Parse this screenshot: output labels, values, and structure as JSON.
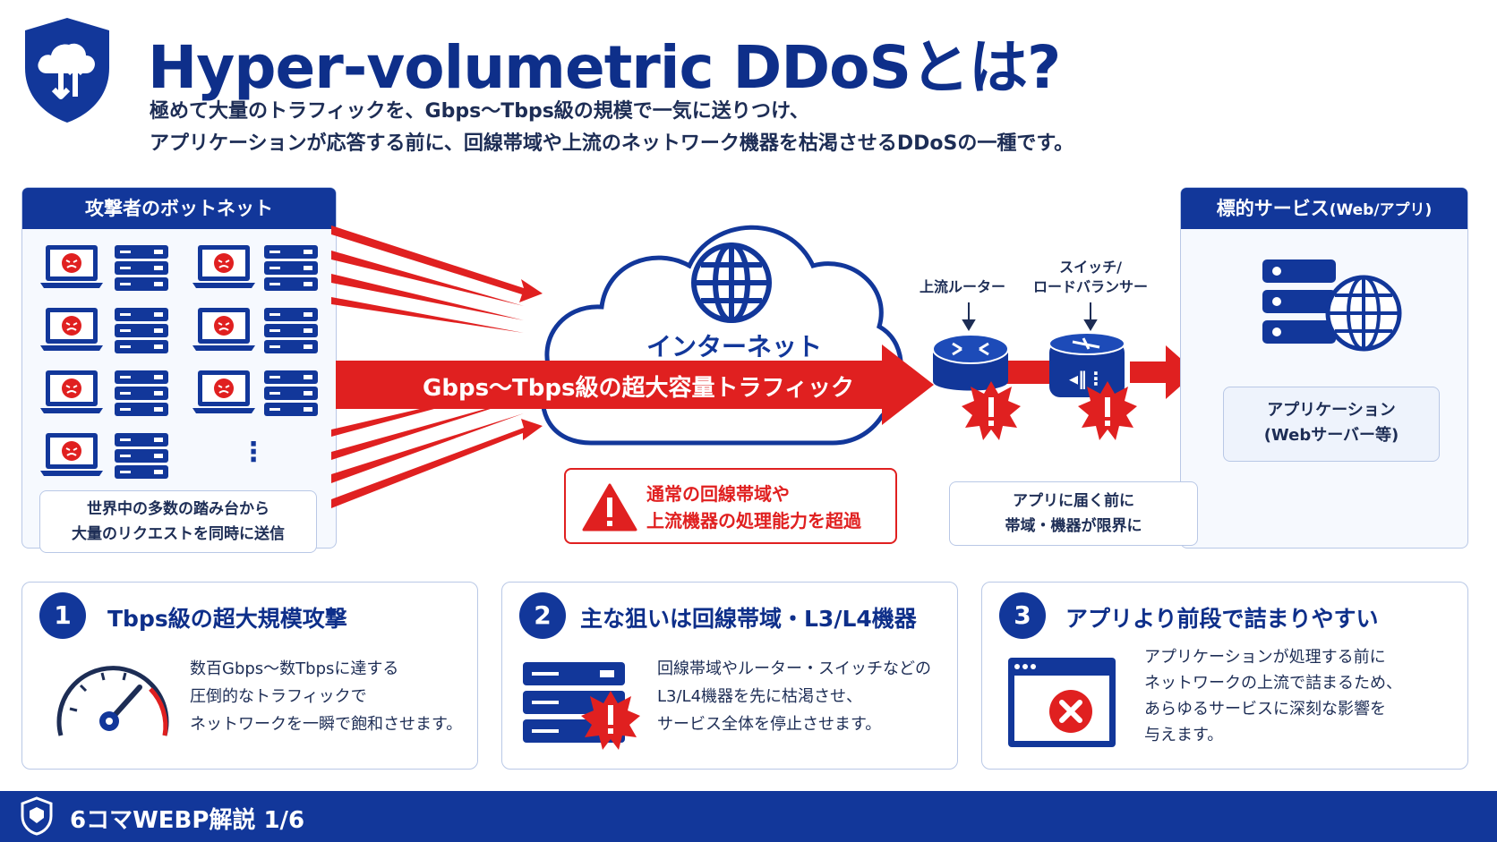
{
  "header": {
    "title": "Hyper-volumetric DDoSとは?",
    "subtitle_line1": "極めて大量のトラフィックを、Gbps〜Tbps級の規模で一気に送りつけ、",
    "subtitle_line2": "アプリケーションが応答する前に、回線帯域や上流のネットワーク機器を枯渇させるDDoSの一種です。"
  },
  "botnet": {
    "title": "攻撃者のボットネット",
    "note_line1": "世界中の多数の踏み台から",
    "note_line2": "大量のリクエストを同時に送信",
    "more": "⋮"
  },
  "internet": {
    "label": "インターネット",
    "traffic_label": "Gbps〜Tbps級の超大容量トラフィック"
  },
  "warning": {
    "line1": "通常の回線帯域や",
    "line2": "上流機器の処理能力を超過"
  },
  "devices": {
    "router_label": "上流ルーター",
    "switch_label_line1": "スイッチ/",
    "switch_label_line2": "ロードバランサー",
    "switch_glyph": "◂‖⋮",
    "limit_note_line1": "アプリに届く前に",
    "limit_note_line2": "帯域・機器が限界に"
  },
  "target": {
    "title": "標的サービス",
    "title_suffix": "(Web/アプリ)",
    "app_line1": "アプリケーション",
    "app_line2": "(Webサーバー等)"
  },
  "cards": [
    {
      "number": "1",
      "title": "Tbps級の超大規模攻撃",
      "lines": [
        "数百Gbps〜数Tbpsに達する",
        "圧倒的なトラフィックで",
        "ネットワークを一瞬で飽和させます。"
      ],
      "icon": "speedometer-icon"
    },
    {
      "number": "2",
      "title": "主な狙いは回線帯域・L3/L4機器",
      "lines": [
        "回線帯域やルーター・スイッチなどの",
        "L3/L4機器を先に枯渇させ、",
        "サービス全体を停止させます。"
      ],
      "icon": "server-alert-icon"
    },
    {
      "number": "3",
      "title": "アプリより前段で詰まりやすい",
      "lines": [
        "アプリケーションが処理する前に",
        "ネットワークの上流で詰まるため、",
        "あらゆるサービスに深刻な影響を",
        "与えます。"
      ],
      "icon": "browser-error-icon"
    }
  ],
  "footer": {
    "label": "6コマWEBP解説 1/6"
  },
  "colors": {
    "navy": "#12379a",
    "red": "#e02020",
    "panel_bg": "#f6f9fe"
  }
}
